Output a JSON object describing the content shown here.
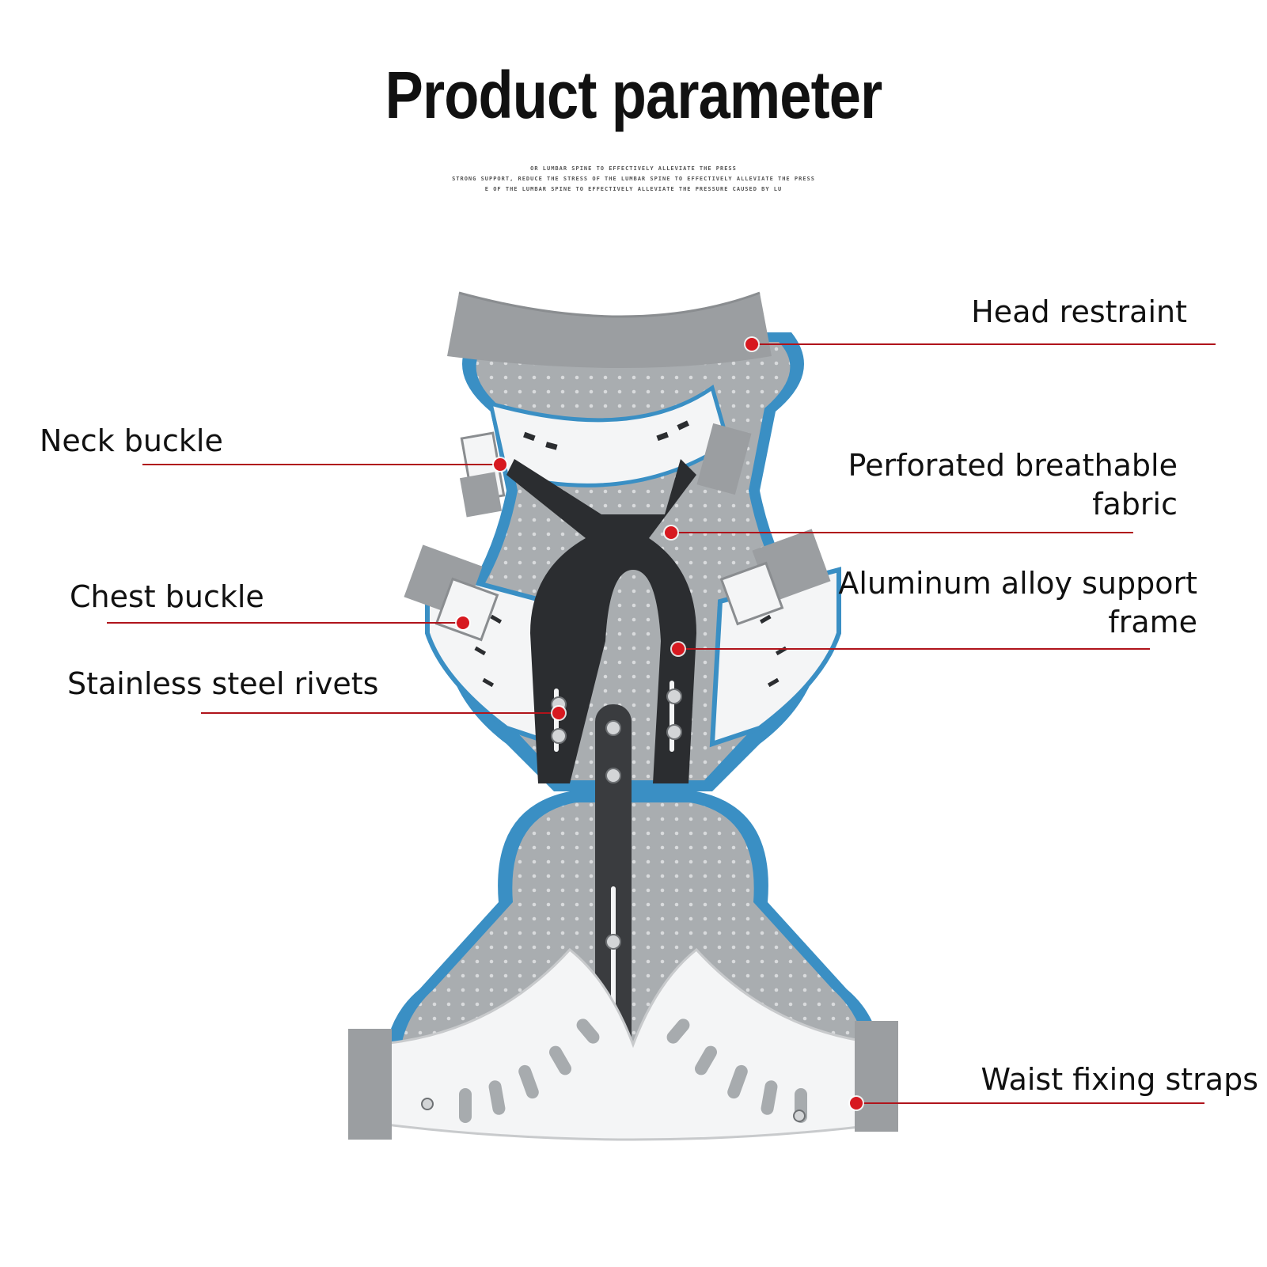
{
  "header": {
    "title": "Product parameter",
    "subtitle_lines": [
      "OR LUMBAR SPINE TO EFFECTIVELY ALLEVIATE THE PRESS",
      "STRONG SUPPORT, REDUCE THE STRESS OF THE LUMBAR SPINE TO EFFECTIVELY ALLEVIATE THE PRESS",
      "E OF THE LUMBAR SPINE TO EFFECTIVELY ALLEVIATE THE PRESSURE CAUSED BY LU"
    ]
  },
  "callouts": {
    "head_restraint": "Head restraint",
    "neck_buckle": "Neck buckle",
    "perforated_fabric": [
      "Perforated breathable",
      "fabric"
    ],
    "chest_buckle": "Chest buckle",
    "aluminum_frame": [
      "Aluminum alloy support",
      "frame"
    ],
    "rivets": "Stainless steel rivets",
    "waist_straps": "Waist fixing straps"
  },
  "colors": {
    "accent_red": "#d71920",
    "pad_gray": "#a7abae",
    "trim_blue": "#3a8fc4",
    "shell_white": "#f4f5f6",
    "frame_black": "#2b2d30",
    "strap_gray": "#9b9ea1"
  }
}
